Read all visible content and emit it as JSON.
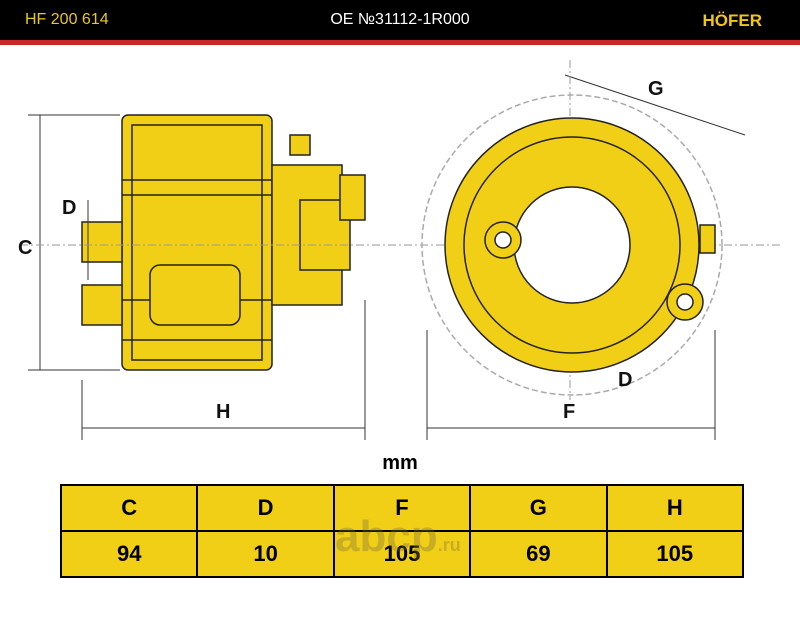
{
  "header": {
    "part_number": "HF 200 614",
    "oe_number": "OE №31112-1R000",
    "brand": "HÖFER"
  },
  "diagram": {
    "labels": {
      "C": "C",
      "D": "D",
      "H": "H",
      "F": "F",
      "G": "G"
    }
  },
  "units": "mm",
  "table": {
    "headers": [
      "C",
      "D",
      "F",
      "G",
      "H"
    ],
    "values": [
      "94",
      "10",
      "105",
      "69",
      "105"
    ]
  },
  "watermark": {
    "text": "abcp",
    ".ru": ".ru"
  },
  "colors": {
    "accent": "#f2cf17",
    "header_bg": "#000000",
    "stripe": "#c8282a"
  }
}
